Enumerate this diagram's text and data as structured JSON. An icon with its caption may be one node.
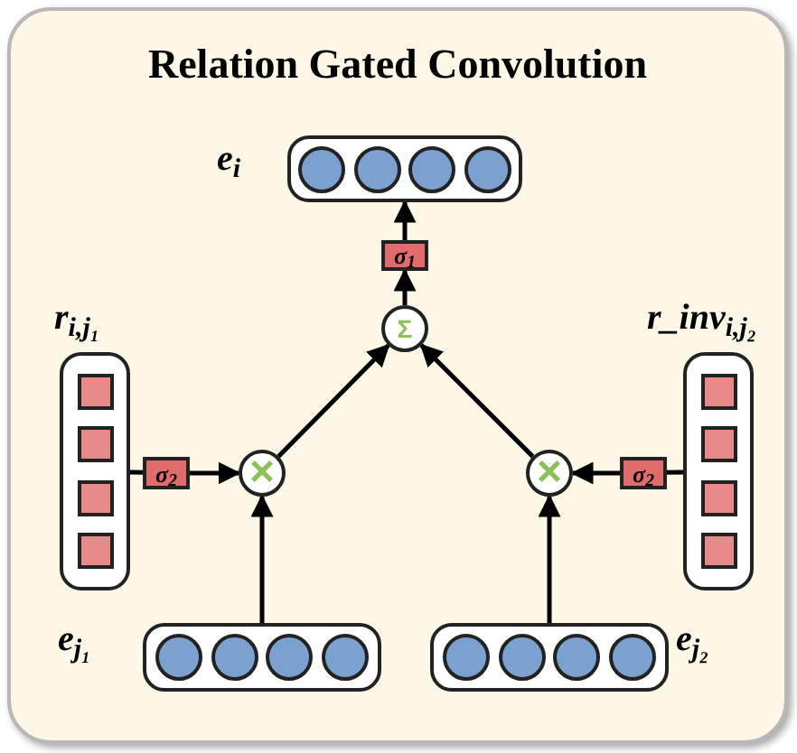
{
  "diagram": {
    "nodes": [
      {
        "text": [
          "Relation Gated Convolution"
        ]
      },
      {
        "text": [],
        "shape": "box",
        "in": 0,
        "beside": [
          "e$_{i}$"
        ]
      },
      {
        "text": [
          "σ$_{1}$"
        ],
        "in": 0
      },
      {
        "text": [
          "Σ"
        ],
        "in": 0
      },
      {
        "text": [],
        "shape": "box",
        "in": 0,
        "beside": [
          "r$_{i,j₁}$"
        ]
      },
      {
        "text": [
          "σ$_{2}$"
        ],
        "in": 0
      },
      {
        "text": [
          "×"
        ],
        "in": 0
      },
      {
        "text": [
          "×"
        ],
        "in": 0
      },
      {
        "text": [
          "σ$_{2}$"
        ],
        "in": 0
      },
      {
        "text": [],
        "shape": "box",
        "in": 0,
        "beside": [
          "r_inv$_{i,j₂}$"
        ]
      },
      {
        "text": [],
        "shape": "box",
        "in": 0,
        "beside": [
          "e$_{j₁}$"
        ]
      },
      {
        "text": [],
        "shape": "box",
        "in": 0,
        "beside": [
          "e$_{j₂}$"
        ]
      }
    ],
    "edges": [
      {
        "from": 3,
        "to": 2,
        "arrow": "to"
      },
      {
        "from": 2,
        "to": 1,
        "arrow": "to"
      },
      {
        "from": 6,
        "to": 3,
        "arrow": "to"
      },
      {
        "from": 7,
        "to": 3,
        "arrow": "to"
      },
      {
        "from": 4,
        "to": 5,
        "arrow": "none"
      },
      {
        "from": 5,
        "to": 6,
        "arrow": "to"
      },
      {
        "from": 9,
        "to": 8,
        "arrow": "none"
      },
      {
        "from": 8,
        "to": 7,
        "arrow": "to"
      },
      {
        "from": 10,
        "to": 6,
        "arrow": "to"
      },
      {
        "from": 11,
        "to": 7,
        "arrow": "to"
      }
    ]
  }
}
